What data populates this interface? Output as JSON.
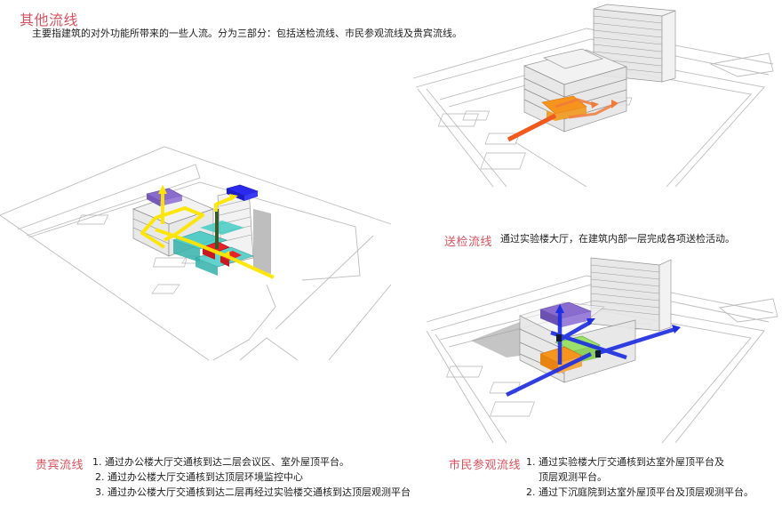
{
  "intro": {
    "title": "其他流线",
    "description": "主要指建筑的对外功能所带来的一些人流。分为三部分：包括送检流线、市民参观流线及贵宾流线。"
  },
  "inspection_flow": {
    "title": "送检流线",
    "description": "通过实验楼大厅，在建筑内部一层完成各项送检活动。",
    "arrow_color": "#f05a1e",
    "highlight_color": "#f7941d"
  },
  "vip_flow": {
    "title": "贵宾流线",
    "items": [
      "1. 通过办公楼大厅交通核到达二层会议区、室外屋顶平台。",
      "2. 通过办公楼大厅交通核到达顶层环境监控中心",
      "3. 通过办公楼大厅交通核到达二层再经过实验楼交通核到达顶层观测平台"
    ],
    "arrow_color": "#ffe500",
    "zone_colors": {
      "conference": "#3cc8c0",
      "lobby": "#e8222a",
      "roof_platform": "#8a6ccf",
      "monitoring_center": "#2a2aee",
      "core": "#3a5a2a"
    }
  },
  "citizen_flow": {
    "title": "市民参观流线",
    "items": [
      "1. 通过实验楼大厅交通核到达室外屋顶平台及",
      "顶层观测平台。",
      "2. 通过下沉庭院到达室外屋顶平台及顶层观测平台。"
    ],
    "arrow_color": "#1e2fe0",
    "zone_colors": {
      "courtyard": "#f7941d",
      "exhibition": "#9be06a",
      "observation": "#7a5fc8"
    }
  },
  "colors": {
    "heading": "#d8535f",
    "text": "#222222"
  }
}
